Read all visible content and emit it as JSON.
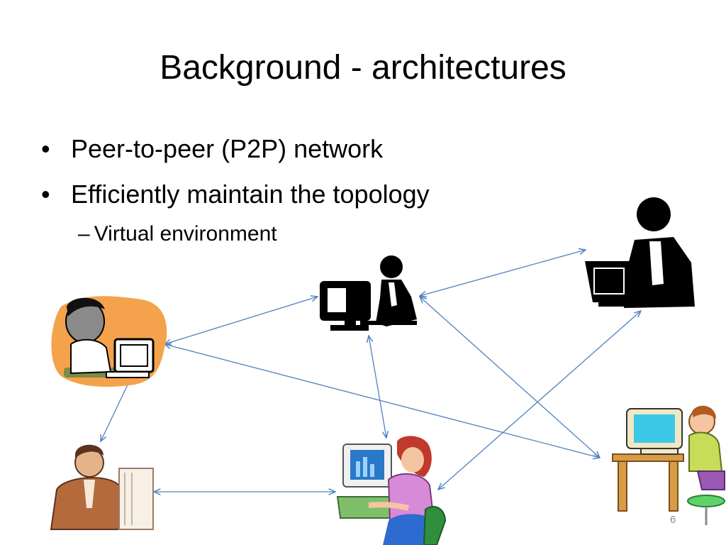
{
  "slide": {
    "title": "Background - architectures",
    "bullets": [
      {
        "text": "Peer-to-peer (P2P) network"
      },
      {
        "text": "Efficiently maintain the topology"
      }
    ],
    "sub_bullets": [
      {
        "text": "Virtual environment"
      }
    ],
    "page_number": "6"
  },
  "diagram": {
    "nodes": [
      {
        "name": "boy-computer-node",
        "icon": "boy-at-computer"
      },
      {
        "name": "woman-computer-node",
        "icon": "woman-at-computer"
      },
      {
        "name": "man-computer-node",
        "icon": "man-at-computer"
      },
      {
        "name": "businessman-computer-node",
        "icon": "businessman-at-computer"
      },
      {
        "name": "girl-computer-node",
        "icon": "girl-at-computer"
      },
      {
        "name": "child-computer-node",
        "icon": "child-at-computer"
      }
    ],
    "edge_color": "#4f81bd"
  }
}
